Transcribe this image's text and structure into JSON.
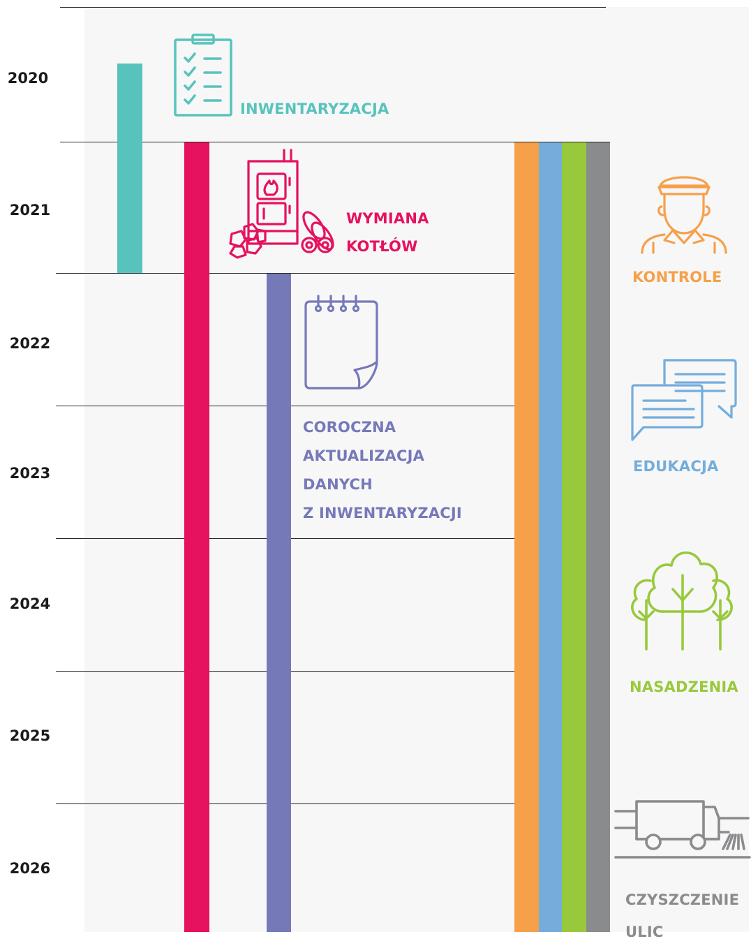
{
  "years": [
    "2020",
    "2021",
    "2022",
    "2023",
    "2024",
    "2025",
    "2026"
  ],
  "colors": {
    "teal": "#58c3bc",
    "magenta": "#e6115f",
    "purple": "#7679b8",
    "orange": "#f6a04a",
    "blue": "#74addc",
    "green": "#98c93c",
    "gray": "#8a8b8d"
  },
  "activities": {
    "inwentaryzacja": {
      "label": "INWENTARYZACJA",
      "icon": "clipboard-checklist-icon"
    },
    "wymiana": {
      "lines": [
        "WYMIANA",
        "KOTŁÓW"
      ],
      "icon": "boiler-coal-wood-icon"
    },
    "aktualizacja": {
      "lines": [
        "COROCZNA",
        "AKTUALIZACJA",
        "DANYCH",
        "Z INWENTARYZACJI"
      ],
      "icon": "notepad-icon"
    },
    "kontrole": {
      "label": "KONTROLE",
      "icon": "inspector-icon"
    },
    "edukacja": {
      "label": "EDUKACJA",
      "icon": "speech-bubbles-icon"
    },
    "nasadzenia": {
      "label": "NASADZENIA",
      "icon": "trees-icon"
    },
    "czyszczenie": {
      "lines": [
        "CZYSZCZENIE",
        "ULIC"
      ],
      "icon": "street-sweeper-icon"
    }
  }
}
